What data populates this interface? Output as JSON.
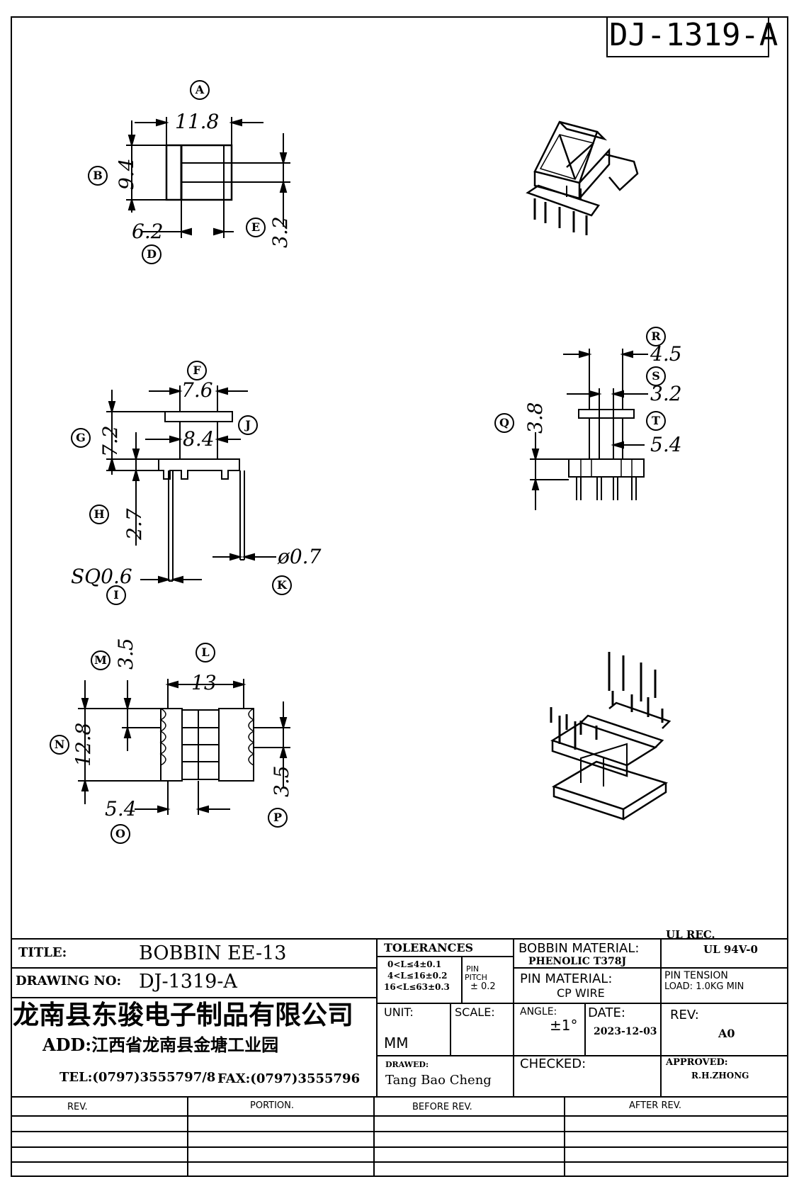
{
  "drawing_code": "DJ-1319-A",
  "views": {
    "top": {
      "dims": {
        "A": "11.8",
        "B": "9.4",
        "D": "6.2",
        "E": "3.2"
      },
      "labels": {
        "A": "A",
        "B": "B",
        "D": "D",
        "E": "E"
      }
    },
    "front": {
      "dims": {
        "F": "7.6",
        "G": "7.2",
        "H": "2.7",
        "I": "SQ0.6",
        "J": "8.4",
        "K": "ø0.7"
      },
      "labels": {
        "F": "F",
        "G": "G",
        "H": "H",
        "I": "I",
        "J": "J",
        "K": "K"
      }
    },
    "side": {
      "dims": {
        "Q": "3.8",
        "R": "4.5",
        "S": "3.2",
        "T": "5.4"
      },
      "labels": {
        "Q": "Q",
        "R": "R",
        "S": "S",
        "T": "T"
      }
    },
    "bottom": {
      "dims": {
        "L": "13",
        "M": "3.5",
        "N": "12.8",
        "O": "5.4",
        "P": "3.5"
      },
      "labels": {
        "L": "L",
        "M": "M",
        "N": "N",
        "O": "O",
        "P": "P"
      }
    }
  },
  "title_block": {
    "title_label": "TITLE:",
    "title_value": "BOBBIN EE-13",
    "drawing_no_label": "DRAWING NO:",
    "drawing_no_value": "DJ-1319-A",
    "company_name": "龙南县东骏电子制品有限公司",
    "address": "ADD:江西省龙南县金塘工业园",
    "tel": "TEL:(0797)3555797/8",
    "fax": "FAX:(0797)3555796",
    "tolerances_label": "TOLERANCES",
    "tol_line1": "0<L≤4±0.1",
    "tol_line2": "4<L≤16±0.2",
    "tol_line3": "16<L≤63±0.3",
    "pin_pitch_label1": "PIN",
    "pin_pitch_label2": "PITCH",
    "pin_pitch_value": "± 0.2",
    "unit_label": "UNIT:",
    "unit_value": "MM",
    "scale_label": "SCALE:",
    "drawn_label": "DRAWED:",
    "drawn_value": "Tang Bao Cheng",
    "bobbin_material_label": "BOBBIN MATERIAL:",
    "bobbin_material_value": "PHENOLIC  T378J",
    "pin_material_label": "PIN MATERIAL:",
    "pin_material_value": "CP WIRE",
    "angle_label": "ANGLE:",
    "angle_value": "±1°",
    "date_label": "DATE:",
    "date_value": "2023-12-03",
    "checked_label": "CHECKED:",
    "ul_label": "UL REC.",
    "ul_value": "UL  94V-0",
    "pin_tension_label": "PIN TENSION",
    "pin_tension_value": "LOAD:  1.0KG MIN",
    "rev_label": "REV:",
    "rev_value": "A0",
    "approved_label": "APPROVED:",
    "approved_value": "R.H.ZHONG"
  },
  "revision_table": {
    "headers": [
      "REV.",
      "PORTION.",
      "BEFORE REV.",
      "AFTER REV."
    ]
  }
}
